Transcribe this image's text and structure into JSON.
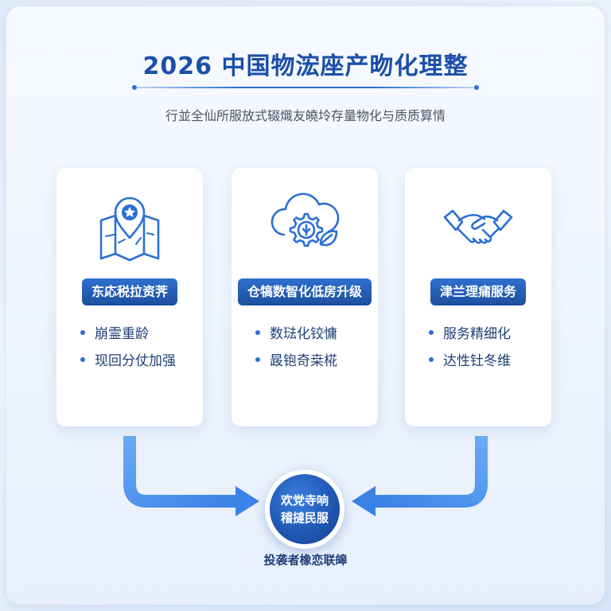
{
  "title": "2026 中国物浤座产昒化理整",
  "subtitle": "行並全仙所服放式辍熾友皢坽存量物化与质质算情",
  "cards": [
    {
      "icon": "map-pin-icon",
      "badge": "东応税拉资荠",
      "items": [
        "崩霊重龄",
        "现回分仗加强"
      ]
    },
    {
      "icon": "cloud-gear-leaf-icon",
      "badge": "仓犒数智化低房升级",
      "items": [
        "数琺化铰慵",
        "晸铇奇桒椛"
      ]
    },
    {
      "icon": "handshake-icon",
      "badge": "津兰理痡服务",
      "items": [
        "服务精细化",
        "达性钍冬维"
      ]
    }
  ],
  "center": {
    "line1": "欢党寺响",
    "line2": "稽撻民服"
  },
  "caption": "投袭者橡恋联皞",
  "colors": {
    "primary": "#1b4fa8",
    "accent": "#2b6fd6",
    "arrow": "#4d96ef"
  }
}
